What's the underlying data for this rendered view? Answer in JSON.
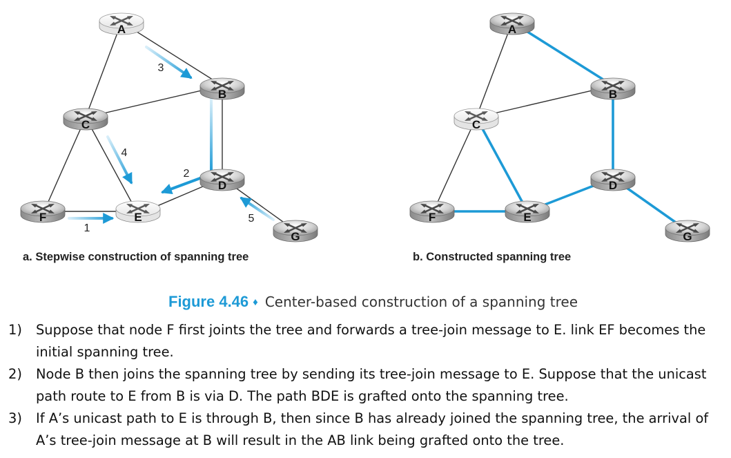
{
  "diagram_a": {
    "caption": "a. Stepwise construction of spanning tree",
    "routers": {
      "A": "A",
      "B": "B",
      "C": "C",
      "D": "D",
      "E": "E",
      "F": "F",
      "G": "G"
    },
    "steps": {
      "s1": "1",
      "s2": "2",
      "s3": "3",
      "s4": "4",
      "s5": "5"
    }
  },
  "diagram_b": {
    "caption": "b. Constructed spanning tree",
    "routers": {
      "A": "A",
      "B": "B",
      "C": "C",
      "D": "D",
      "E": "E",
      "F": "F",
      "G": "G"
    }
  },
  "figure": {
    "number": "Figure 4.46",
    "title": "Center-based construction of a spanning tree"
  },
  "list": [
    {
      "num": "1)",
      "text": "Suppose that node F first joints the tree and forwards a tree-join message to E. link EF becomes the initial spanning tree."
    },
    {
      "num": "2)",
      "text": "Node B then joins the spanning tree by sending its tree-join message to E. Suppose that the unicast path route to E from B is via D. The path BDE is grafted onto the spanning tree."
    },
    {
      "num": "3)",
      "text": "If A’s unicast path to E is through B, then since B has already joined the spanning tree, the arrival of A’s tree-join message at B will result in the AB link being grafted onto the tree."
    }
  ],
  "colors": {
    "accent": "#1d9ad6",
    "router_fill": "#c8c8c8",
    "router_white": "#f4f4f4"
  }
}
